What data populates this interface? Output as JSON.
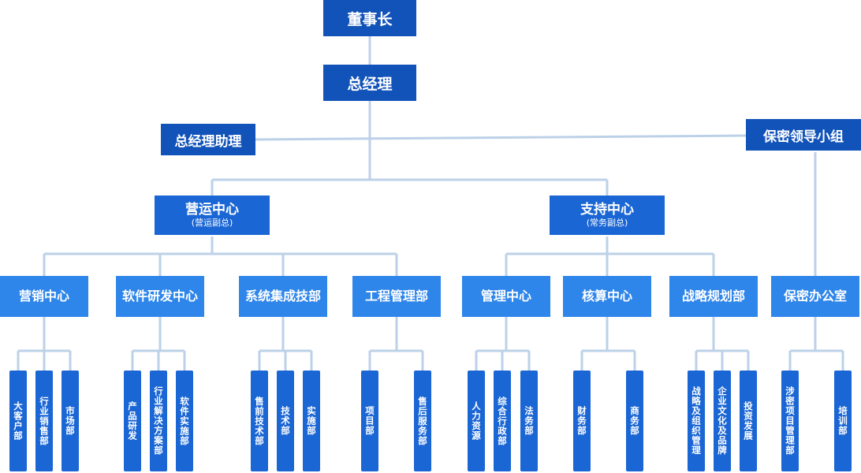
{
  "chairman": "董事长",
  "gm": "总经理",
  "gm_assistant": "总经理助理",
  "secrecy_group": "保密领导小组",
  "ops_center": {
    "title": "营运中心",
    "sub": "(营运副总)"
  },
  "support_center": {
    "title": "支持中心",
    "sub": "(常务副总)"
  },
  "centers": {
    "marketing": "营销中心",
    "software_rd": "软件研发中心",
    "sysint": "系统集成技部",
    "engineering": "工程管理部",
    "management": "管理中心",
    "accounting": "核算中心",
    "strategy": "战略规划部",
    "secrecy_office": "保密办公室"
  },
  "leaves": {
    "key_account": "大客户部",
    "industry_sales": "行业销售部",
    "market": "市场部",
    "product_rd": "产品研发",
    "industry_solution": "行业解决方案部",
    "software_impl": "软件实施部",
    "presales": "售前技术部",
    "tech": "技术部",
    "impl": "实施部",
    "project": "项目部",
    "aftersales": "售后服务部",
    "hr": "人力资源",
    "admin": "综合行政部",
    "legal": "法务部",
    "finance": "财务部",
    "business": "商务部",
    "strategy_org": "战略及组织管理",
    "culture_brand": "企业文化及品牌",
    "investment": "投资发展",
    "classified_project": "涉密项目管理部",
    "training": "培训部"
  }
}
